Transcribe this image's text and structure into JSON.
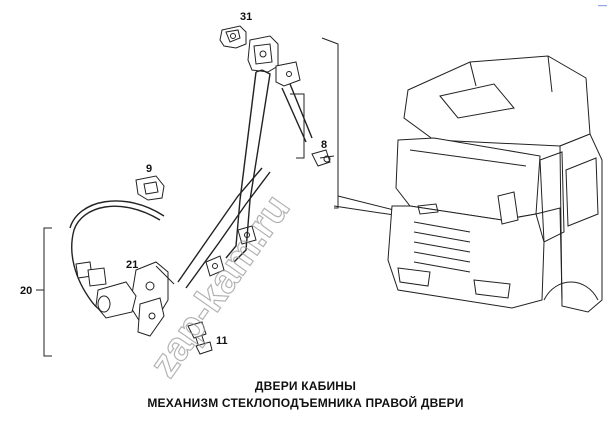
{
  "callouts": {
    "c31": "31",
    "c8": "8",
    "c9": "9",
    "c20": "20",
    "c21": "21",
    "c11": "11"
  },
  "watermark": "zap-kam.ru",
  "corner_mark": "—",
  "caption": {
    "line1": "ДВЕРИ КАБИНЫ",
    "line2": "МЕХАНИЗМ СТЕКЛОПОДЪЕМНИКА ПРАВОЙ ДВЕРИ"
  }
}
